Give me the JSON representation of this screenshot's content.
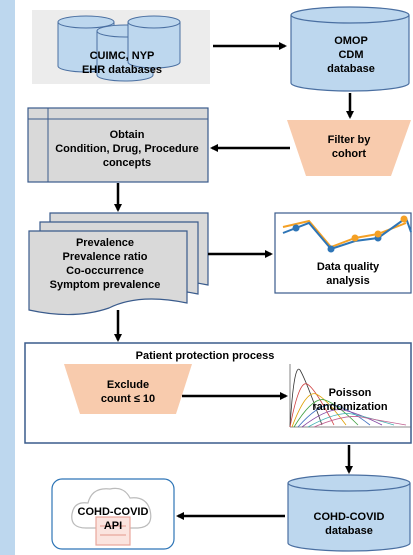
{
  "colors": {
    "left_strip": "#bdd7ee",
    "cylinder_fill": "#bdd7ee",
    "cylinder_stroke": "#4a6fa1",
    "panel_fill": "#ececec",
    "process_fill": "#d9d9d9",
    "funnel_fill": "#f8cbad",
    "box_stroke": "#3a5b8c",
    "line_chart_blue": "#2e75b6",
    "line_chart_orange": "#f4a024",
    "api_icon": "#e8a79c"
  },
  "nodes": {
    "ehr": {
      "line1": "CUIMC, NYP",
      "line2": "EHR databases",
      "icon": "three-database-cylinders"
    },
    "omop": {
      "line1": "OMOP",
      "line2": "CDM",
      "line3": "database",
      "icon": "database-cylinder"
    },
    "filter": {
      "line1": "Filter by",
      "line2": "cohort",
      "icon": "funnel"
    },
    "obtain": {
      "line1": "Obtain",
      "line2": "Condition, Drug, Procedure",
      "line3": "concepts"
    },
    "prevalence": {
      "line1": "Prevalence",
      "line2": "Prevalence ratio",
      "line3": "Co-occurrence",
      "line4": "Symptom prevalence",
      "icon": "multiple-documents"
    },
    "dq": {
      "line1": "Data quality",
      "line2": "analysis",
      "icon": "line-chart"
    },
    "protection": {
      "title": "Patient protection process"
    },
    "exclude": {
      "line1": "Exclude",
      "line2": "count ≤ 10",
      "icon": "funnel"
    },
    "poisson": {
      "line1": "Poisson",
      "line2": "randomization",
      "icon": "poisson-distribution-curves"
    },
    "cohd_db": {
      "line1": "COHD-COVID",
      "line2": "database",
      "icon": "database-cylinder"
    },
    "api": {
      "line1": "COHD-COVID",
      "line2": "API",
      "icon": "cloud-server"
    }
  }
}
